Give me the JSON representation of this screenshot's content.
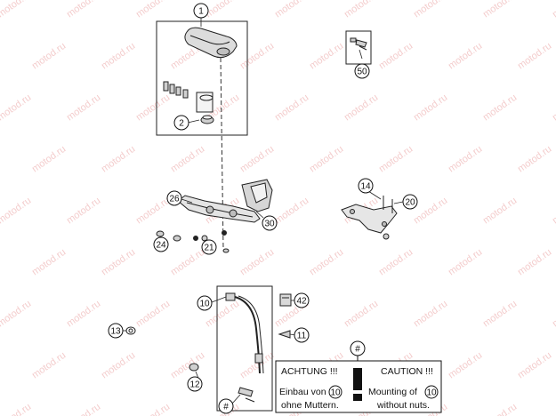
{
  "callouts": [
    {
      "label": "1"
    },
    {
      "label": "2"
    },
    {
      "label": "50"
    },
    {
      "label": "26"
    },
    {
      "label": "30"
    },
    {
      "label": "24"
    },
    {
      "label": "21"
    },
    {
      "label": "14"
    },
    {
      "label": "20"
    },
    {
      "label": "10"
    },
    {
      "label": "42"
    },
    {
      "label": "13"
    },
    {
      "label": "11"
    },
    {
      "label": "12"
    },
    {
      "label": "#"
    }
  ],
  "notice": {
    "marker": "#",
    "left_title": "ACHTUNG !!!",
    "left_line1": "Einbau von",
    "left_ref": "10",
    "left_line2": "ohne Muttern.",
    "right_title": "CAUTION !!!",
    "right_line1": "Mounting of",
    "right_ref": "10",
    "right_line2": "without nuts."
  },
  "watermark": "motod.ru",
  "colors": {
    "ink": "#111111",
    "watermark": "#f0bcbc",
    "part_fill": "#d9d9d9"
  }
}
